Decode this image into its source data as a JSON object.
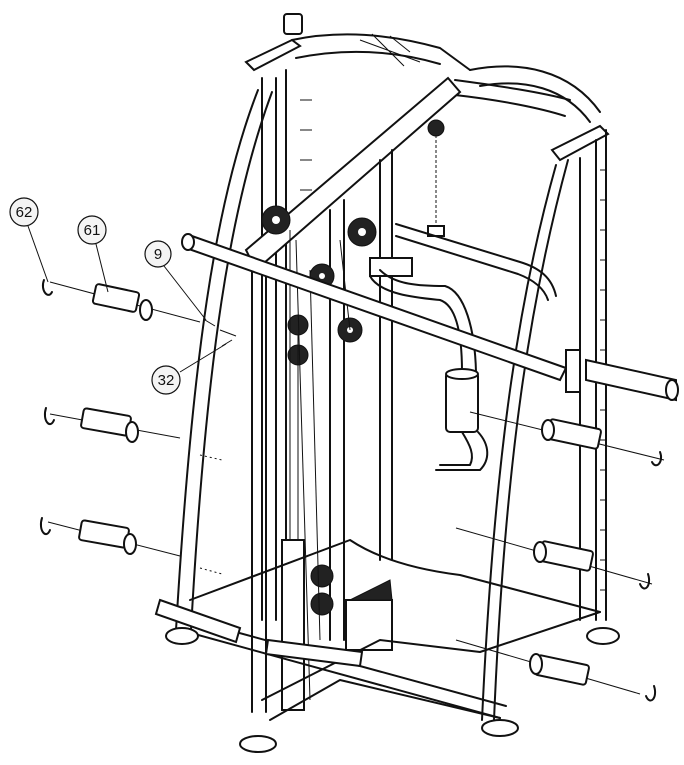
{
  "diagram": {
    "callouts": [
      {
        "id": "62",
        "label": "62"
      },
      {
        "id": "61",
        "label": "61"
      },
      {
        "id": "9",
        "label": "9"
      },
      {
        "id": "32",
        "label": "32"
      }
    ],
    "colors": {
      "line": "#111111",
      "background": "#ffffff",
      "bubble_fill": "#f4f4f4"
    }
  }
}
